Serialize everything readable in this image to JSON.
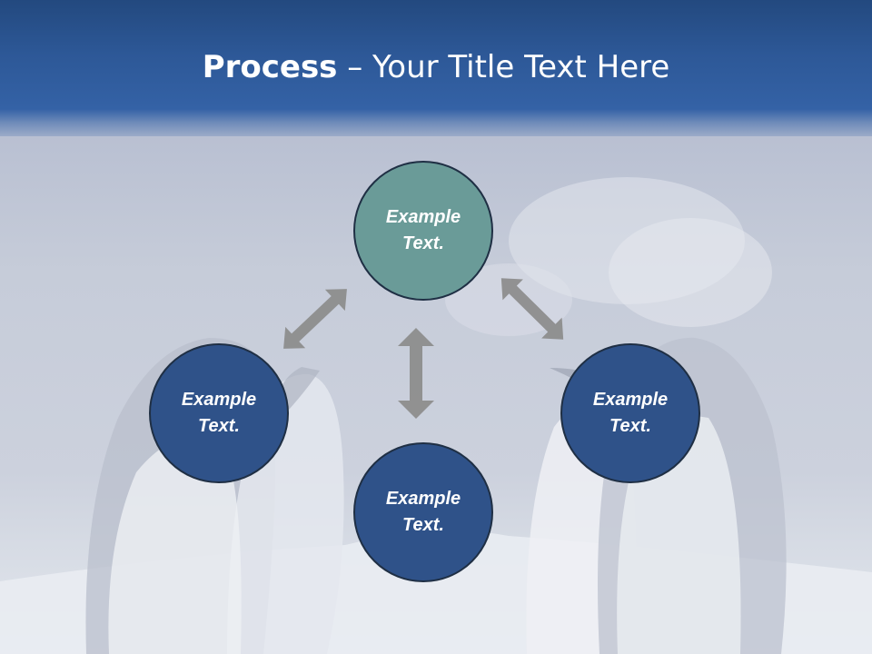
{
  "title": {
    "bold": "Process",
    "rest": " – Your Title Text Here"
  },
  "nodes": {
    "top": {
      "line1": "Example",
      "line2": "Text."
    },
    "left": {
      "line1": "Example",
      "line2": "Text."
    },
    "right": {
      "line1": "Example",
      "line2": "Text."
    },
    "bottom": {
      "line1": "Example",
      "line2": "Text."
    }
  },
  "colors": {
    "header": "#2d5897",
    "top_node": "#6a9b98",
    "other_nodes": "#2f5289",
    "node_border": "#1f2f44",
    "arrows": "#8e8e8e"
  }
}
